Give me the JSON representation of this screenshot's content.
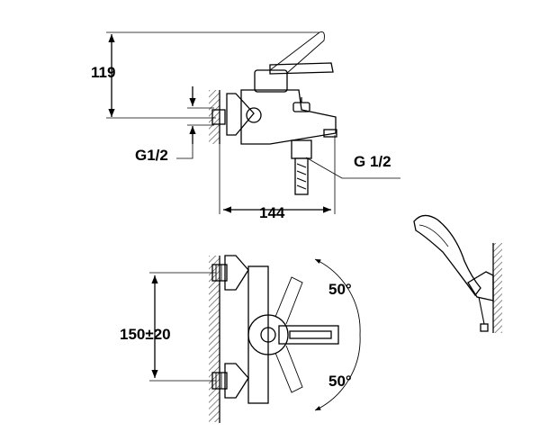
{
  "dimensions": {
    "height_above_inlet": "119",
    "inlet_thread": "G1/2",
    "outlet_thread": "G 1/2",
    "projection": "144",
    "inlet_spacing": "150±20",
    "lever_rotation_up": "50°",
    "lever_rotation_down": "50°"
  },
  "colors": {
    "line": "#000000",
    "hatch": "#555555",
    "background": "#ffffff"
  },
  "views": [
    "side-view",
    "top-view",
    "hand-shower-view"
  ]
}
